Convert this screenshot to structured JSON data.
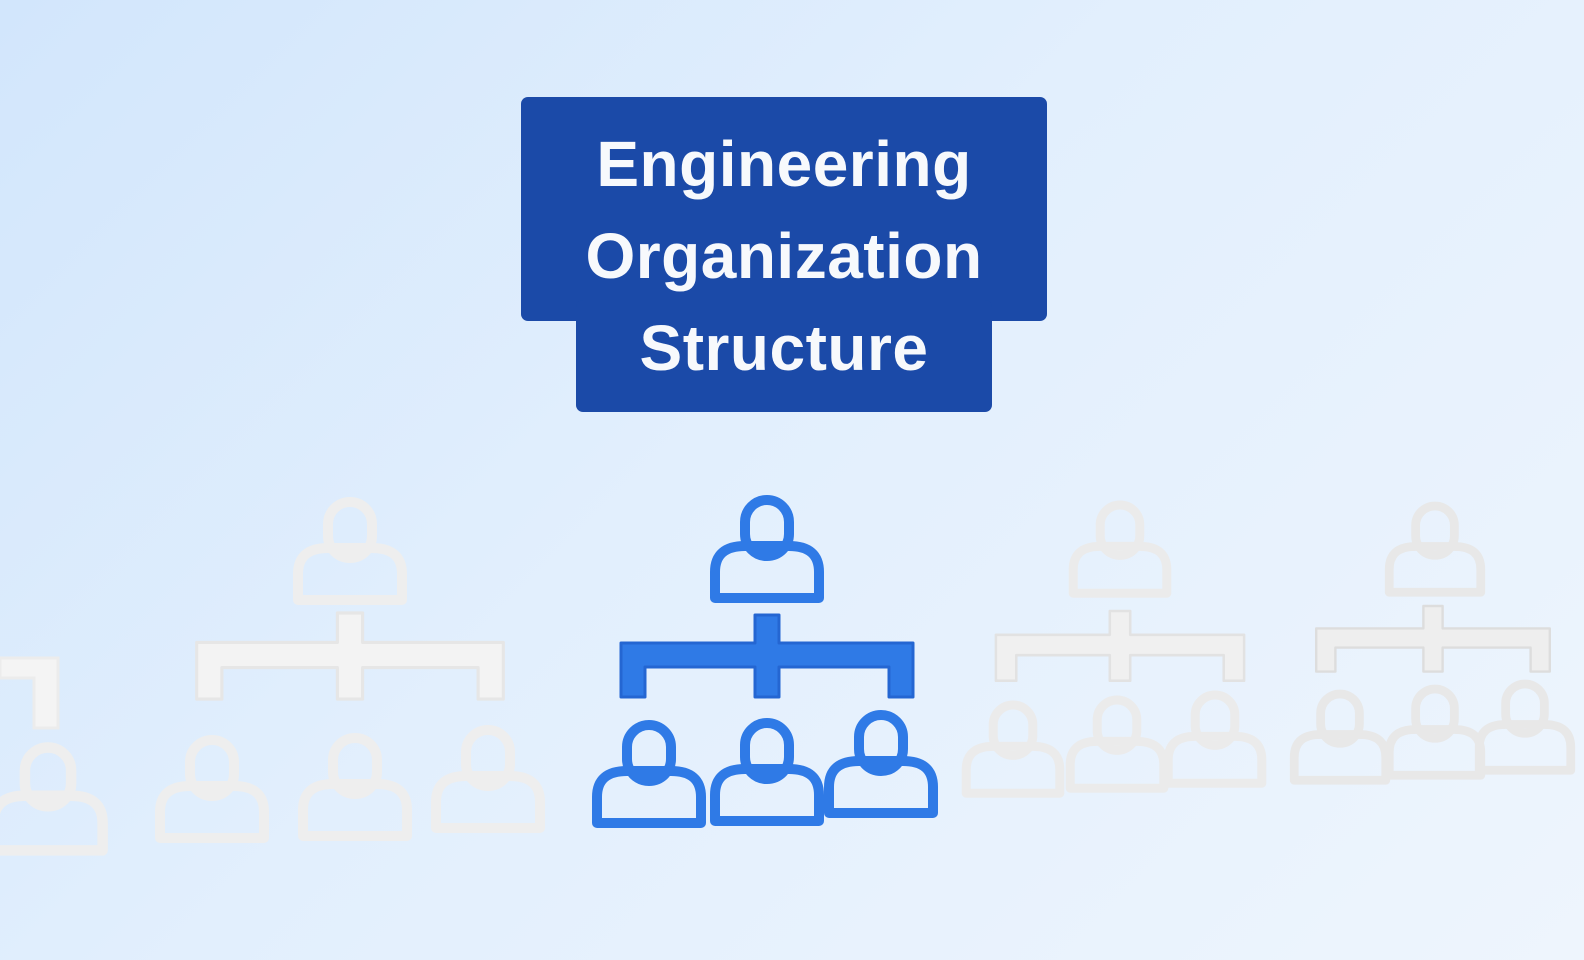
{
  "title": {
    "lines": [
      "Engineering",
      "Organization",
      "Structure"
    ],
    "background_color": "#1b4aa8",
    "text_color": "#f7f9fc"
  },
  "illustration": {
    "description": "Row of 3D org-chart icons (one manager connected to three reports)",
    "highlight_color": "#2f7ae6",
    "neutral_color": "#f2f2f2",
    "icons": [
      {
        "position": "far-left-partial",
        "color": "neutral"
      },
      {
        "position": "left",
        "color": "neutral"
      },
      {
        "position": "center",
        "color": "highlight"
      },
      {
        "position": "right",
        "color": "neutral"
      },
      {
        "position": "far-right",
        "color": "neutral"
      }
    ]
  }
}
